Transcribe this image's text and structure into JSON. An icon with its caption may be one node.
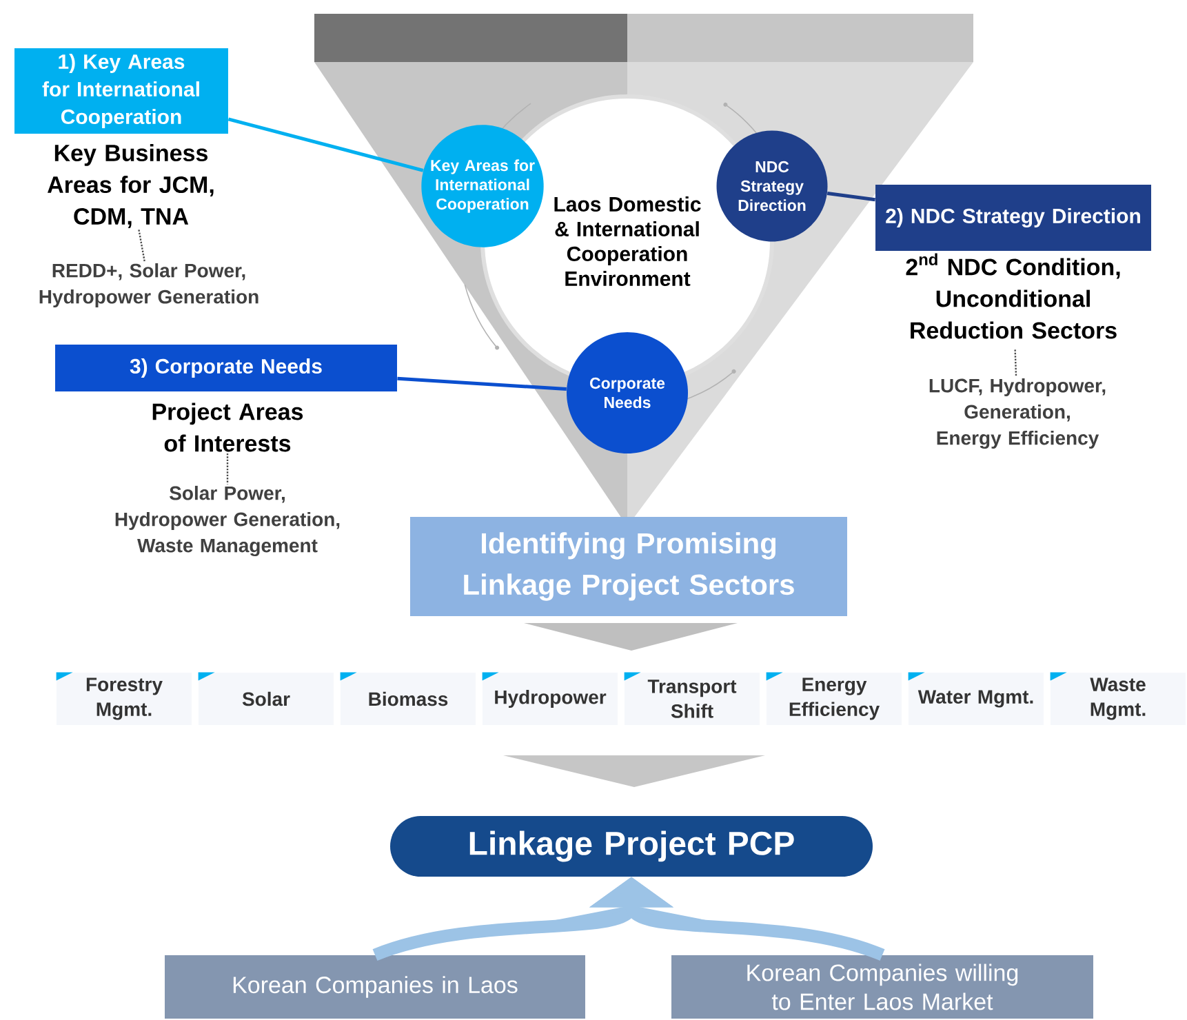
{
  "diagram": {
    "nodes": [
      {
        "text": [
          "Laos Domestic & International Cooperation Environment"
        ]
      },
      {
        "text": [
          "Key Areas for International Cooperation"
        ]
      },
      {
        "text": [
          "NDC Strategy Direction"
        ]
      },
      {
        "text": [
          "Corporate Needs"
        ]
      },
      {
        "text": [
          "1) Key Areas for International Cooperation"
        ]
      },
      {
        "text": [
          "Key Business Areas for JCM, CDM, TNA"
        ]
      },
      {
        "text": [
          "REDD+, Solar Power, Hydropower Generation"
        ]
      },
      {
        "text": [
          "2) NDC Strategy Direction"
        ]
      },
      {
        "text": [
          "\\begin{array}{c}\\text{2}^{\\text{nd}}\\text{ NDC Condition,}\\\\ \\text{Unconditional}\\\\ \\text{Reduction Sectors}\\end{array}"
        ]
      },
      {
        "text": [
          "LUCF, Hydropower, Generation, Energy Efficiency"
        ]
      },
      {
        "text": [
          "3) Corporate Needs"
        ]
      },
      {
        "text": [
          "Project Areas of Interests"
        ]
      },
      {
        "text": [
          "Solar Power, Hydropower Generation, Waste Management"
        ]
      },
      {
        "text": [
          "Identifying Promising Linkage Project Sectors"
        ]
      },
      {
        "text": [
          "Forestry Mgmt."
        ]
      },
      {
        "text": [
          "Solar"
        ]
      },
      {
        "text": [
          "Biomass"
        ]
      },
      {
        "text": [
          "Hydropower"
        ]
      },
      {
        "text": [
          "Transport Shift"
        ]
      },
      {
        "text": [
          "Energy Efficiency"
        ]
      },
      {
        "text": [
          "Water Mgmt."
        ]
      },
      {
        "text": [
          "Waste Mgmt."
        ]
      },
      {
        "text": [
          "Linkage Project PCP"
        ]
      },
      {
        "text": [
          "Korean Companies in Laos"
        ]
      },
      {
        "text": [
          "Korean Companies willing to Enter Laos Market"
        ]
      }
    ],
    "edges": [
      {
        "from": 4,
        "to": 1,
        "arrow": "none",
        "color": "#00b0f0"
      },
      {
        "from": 7,
        "to": 2,
        "arrow": "none",
        "color": "#1f3f8a"
      },
      {
        "from": 10,
        "to": 3,
        "arrow": "none",
        "color": "#0b4fcf"
      },
      {
        "from": 5,
        "to": 6,
        "arrow": "none",
        "style": "dashed"
      },
      {
        "from": 8,
        "to": 9,
        "arrow": "none",
        "style": "dashed"
      },
      {
        "from": 11,
        "to": 12,
        "arrow": "none",
        "style": "dashed"
      },
      {
        "from": 23,
        "to": 22,
        "arrow": "to",
        "style": "thick",
        "color": "#9cc3e6"
      },
      {
        "from": 24,
        "to": 22,
        "arrow": "to",
        "style": "thick",
        "color": "#9cc3e6"
      }
    ]
  }
}
